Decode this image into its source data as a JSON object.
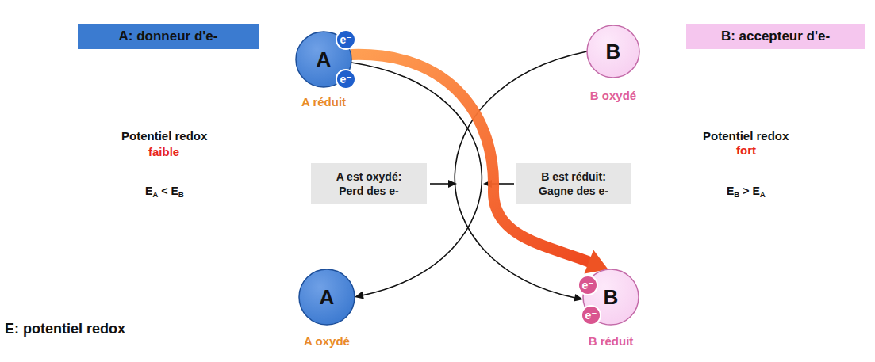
{
  "diagram": {
    "nodes": [
      {
        "text": [
          "A: donneur d'e-"
        ]
      },
      {
        "text": [
          "A",
          "A réduit"
        ]
      },
      {
        "text": [
          "e⁻"
        ],
        "in": 1
      },
      {
        "text": [
          "e⁻"
        ],
        "in": 1
      },
      {
        "text": [
          "B",
          "B oxydé"
        ]
      },
      {
        "text": [
          "B: accepteur d'e-"
        ]
      },
      {
        "text": [
          "A est oxydé: Perd des e-"
        ]
      },
      {
        "text": [
          "B est réduit: Gagne des e-"
        ]
      },
      {
        "text": [
          "A",
          "A oxydé"
        ]
      },
      {
        "text": [
          "B",
          "B réduit"
        ]
      },
      {
        "text": [
          "e⁻"
        ],
        "in": 9
      },
      {
        "text": [
          "e⁻"
        ],
        "in": 9
      }
    ],
    "edges": [
      {
        "from": 1,
        "to": 8,
        "arrow": "to"
      },
      {
        "from": 4,
        "to": 9,
        "arrow": "to"
      },
      {
        "from": 1,
        "to": 9,
        "arrow": "to"
      }
    ],
    "labels": [
      "Potentiel redox",
      "faible",
      "EA < EB",
      "Potentiel redox",
      "fort",
      "EB > EA",
      "E: potentiel redox"
    ]
  }
}
